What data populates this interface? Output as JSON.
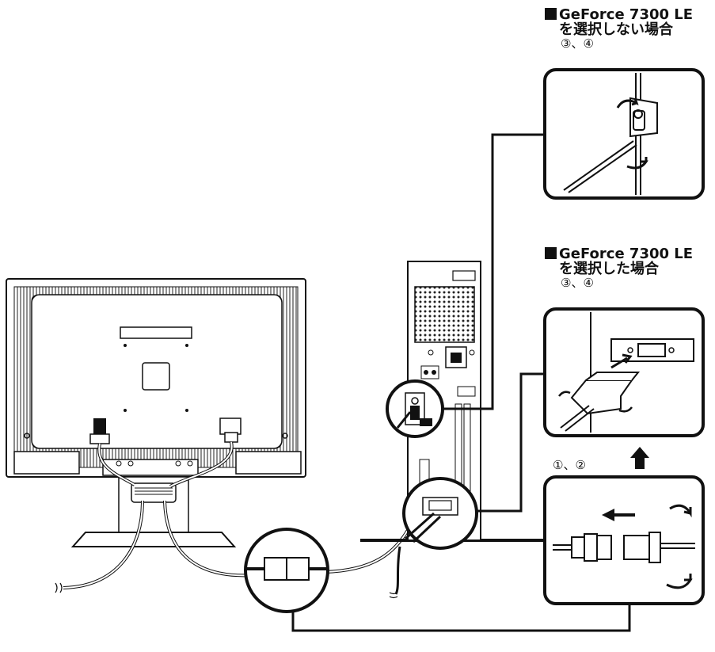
{
  "captions": {
    "top": {
      "title": "GeForce 7300 LE",
      "subtitle": "を選択しない場合",
      "steps": "③、④"
    },
    "middle": {
      "title": "GeForce 7300 LE",
      "subtitle": "を選択した場合",
      "steps": "③、④"
    },
    "bottom": {
      "steps": "①、②"
    }
  },
  "colors": {
    "line": "#111111",
    "fill": "#ffffff",
    "dots": "#555555"
  }
}
